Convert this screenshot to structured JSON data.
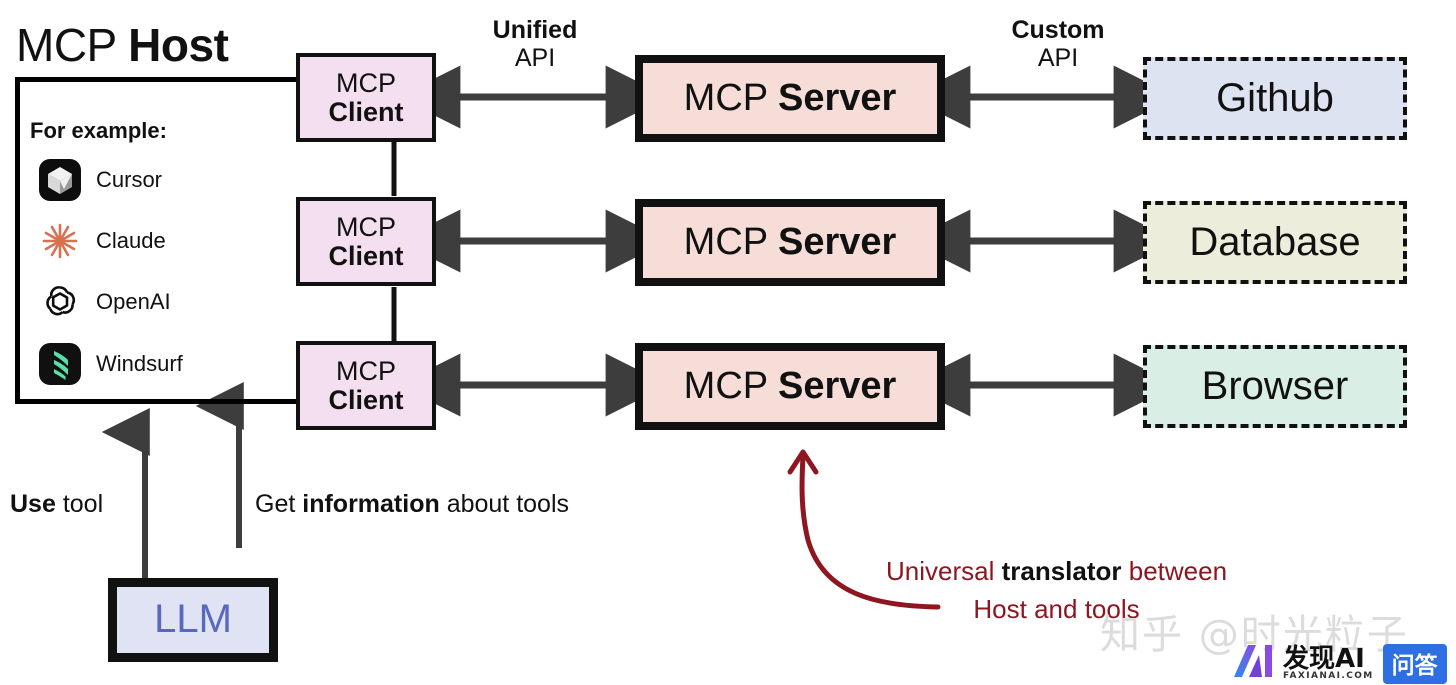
{
  "host": {
    "title_plain": "MCP ",
    "title_bold": "Host",
    "for_example_label": "For example:",
    "examples": [
      {
        "icon": "cursor-icon",
        "label": "Cursor"
      },
      {
        "icon": "claude-icon",
        "label": "Claude"
      },
      {
        "icon": "openai-icon",
        "label": "OpenAI"
      },
      {
        "icon": "windsurf-icon",
        "label": "Windsurf"
      }
    ]
  },
  "clients": [
    {
      "line1": "MCP",
      "line2": "Client"
    },
    {
      "line1": "MCP",
      "line2": "Client"
    },
    {
      "line1": "MCP",
      "line2": "Client"
    }
  ],
  "servers": [
    {
      "line1": "MCP ",
      "line2": "Server"
    },
    {
      "line1": "MCP ",
      "line2": "Server"
    },
    {
      "line1": "MCP ",
      "line2": "Server"
    }
  ],
  "tools": [
    {
      "label": "Github",
      "fill": "#dde3f0"
    },
    {
      "label": "Database",
      "fill": "#ecedda"
    },
    {
      "label": "Browser",
      "fill": "#d9efe6"
    }
  ],
  "arrows": {
    "left_caption_bold": "Unified",
    "left_caption_plain": "API",
    "right_caption_bold": "Custom",
    "right_caption_plain": "API"
  },
  "bottom": {
    "use_tool_bold": "Use",
    "use_tool_plain": " tool",
    "get_info_pre": "Get ",
    "get_info_bold": "information",
    "get_info_post": " about tools",
    "llm_label": "LLM"
  },
  "annotation": {
    "line1_pre": "Universal ",
    "line1_bold": "translator",
    "line1_post": " between",
    "line2": "Host and tools"
  },
  "watermark": {
    "text": "知乎 @时光粒子",
    "brand_cn": "发现AI",
    "brand_url": "FAXIANAI.COM",
    "brand_badge": "问答"
  },
  "colors": {
    "client_fill": "#f4dff0",
    "server_fill": "#f6ddd7",
    "llm_fill": "#dfe3f3",
    "llm_text": "#5868bd",
    "annotation": "#8e1621",
    "arrow": "#3d3d3d",
    "stroke": "#111111"
  }
}
